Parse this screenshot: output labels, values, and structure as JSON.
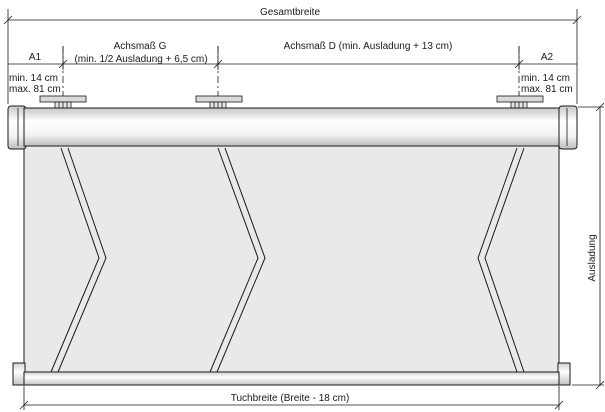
{
  "labels": {
    "gesamtbreite": "Gesamtbreite",
    "a1": "A1",
    "a2": "A2",
    "achsmass_g": "Achsmaß G",
    "achsmass_g_note": "(min. 1/2 Ausladung + 6,5 cm)",
    "achsmass_d": "Achsmaß D (min. Ausladung + 13 cm)",
    "left_min": "min. 14 cm",
    "left_max": "max. 81 cm",
    "right_min": "min. 14 cm",
    "right_max": "max. 81 cm",
    "ausladung": "Ausladung",
    "tuchbreite": "Tuchbreite (Breite - 18 cm)"
  },
  "colors": {
    "line": "#1a1a1a",
    "fabric": "#e9e9e9",
    "cassette_light": "#ffffff",
    "cassette_dark": "#c8c8c8"
  }
}
